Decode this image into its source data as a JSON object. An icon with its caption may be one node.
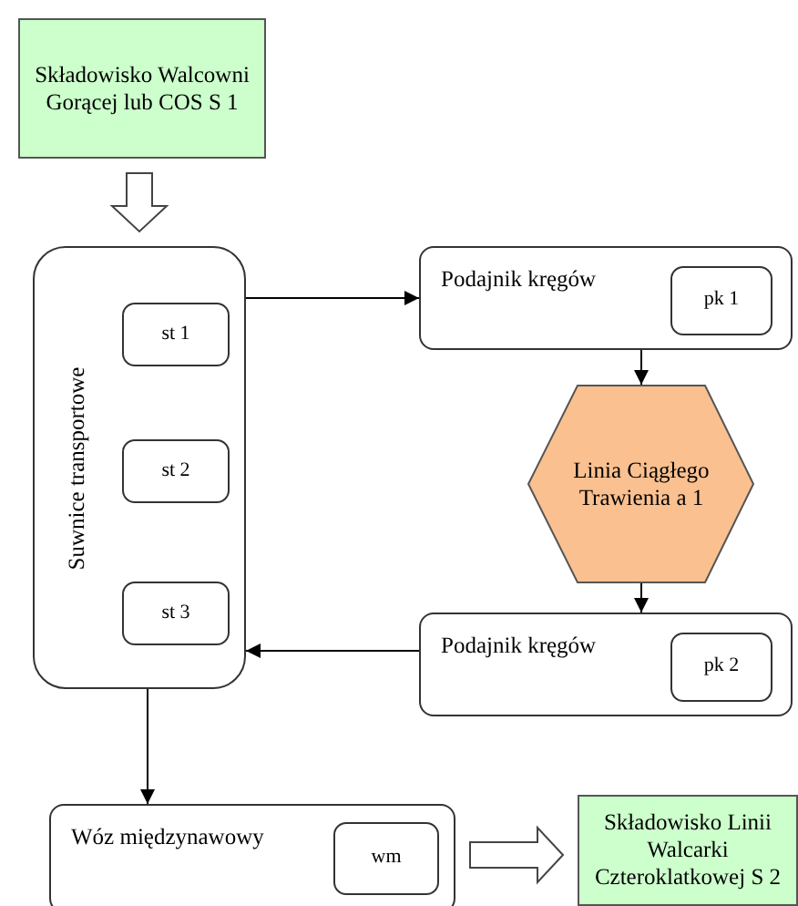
{
  "diagram": {
    "nodes": [
      {
        "text": [
          "Składowisko Walcowni Gorącej lub COS S 1"
        ]
      },
      {
        "text": [
          "Suwnice transportowe"
        ]
      },
      {
        "text": [
          "st 1"
        ],
        "in": 1
      },
      {
        "text": [
          "st 2"
        ],
        "in": 1
      },
      {
        "text": [
          "st 3"
        ],
        "in": 1
      },
      {
        "text": [
          "Podajnik kręgów"
        ]
      },
      {
        "text": [
          "pk 1"
        ],
        "in": 5
      },
      {
        "text": [
          "Linia Ciągłego Trawienia a 1"
        ]
      },
      {
        "text": [
          "Podajnik kręgów"
        ]
      },
      {
        "text": [
          "pk 2"
        ],
        "in": 8
      },
      {
        "text": [
          "Wóz międzynawowy"
        ]
      },
      {
        "text": [
          "wm"
        ],
        "in": 10
      },
      {
        "text": [
          "Składowisko Linii Walcarki Czteroklatkowej S 2"
        ]
      }
    ],
    "edges": [
      {
        "from": 0,
        "to": 1,
        "arrow": "to",
        "style": "thick"
      },
      {
        "from": 1,
        "to": 5,
        "arrow": "to"
      },
      {
        "from": 5,
        "to": 7,
        "arrow": "to"
      },
      {
        "from": 7,
        "to": 8,
        "arrow": "to"
      },
      {
        "from": 8,
        "to": 1,
        "arrow": "to"
      },
      {
        "from": 1,
        "to": 10,
        "arrow": "to"
      },
      {
        "from": 10,
        "to": 12,
        "arrow": "to",
        "style": "thick"
      }
    ]
  }
}
